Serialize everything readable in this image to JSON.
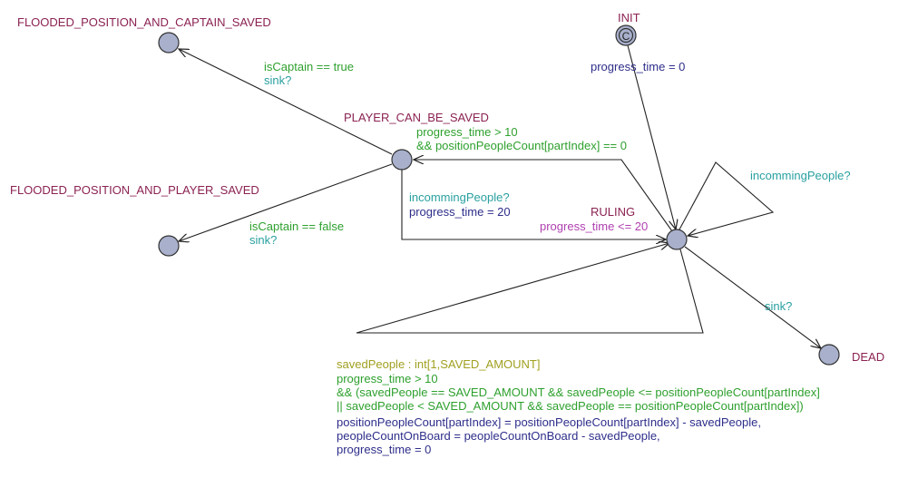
{
  "colors": {
    "location_name": "#8b2252",
    "invariant": "#b040b0",
    "guard": "#2ea02e",
    "sync": "#2aa0a0",
    "update": "#2e2e8b",
    "select": "#a0a020",
    "node_fill": "#a8b0cc",
    "node_stroke": "#333333",
    "edge": "#222222"
  },
  "locations": {
    "init": "INIT",
    "init_committed_mark": "C",
    "ruling": "RULING",
    "ruling_invariant": "progress_time <= 20",
    "player_can_be_saved": "PLAYER_CAN_BE_SAVED",
    "flooded_captain": "FLOODED_POSITION_AND_CAPTAIN_SAVED",
    "flooded_player": "FLOODED_POSITION_AND_PLAYER_SAVED",
    "dead": "DEAD"
  },
  "edges": {
    "init_to_ruling": {
      "update": "progress_time = 0"
    },
    "ruling_self": {
      "sync": "incommingPeople?"
    },
    "ruling_to_player": {
      "guard1": "progress_time > 10",
      "guard2": "&& positionPeopleCount[partIndex] == 0"
    },
    "player_to_ruling": {
      "sync": "incommingPeople?",
      "update": "progress_time = 20"
    },
    "player_to_captain": {
      "guard": "isCaptain == true",
      "sync": "sink?"
    },
    "player_to_player_saved": {
      "guard": "isCaptain == false",
      "sync": "sink?"
    },
    "ruling_to_dead": {
      "sync": "sink?"
    },
    "ruling_loop_save": {
      "select": "savedPeople : int[1,SAVED_AMOUNT]",
      "guard1": "progress_time > 10",
      "guard2": "&& (savedPeople == SAVED_AMOUNT && savedPeople <= positionPeopleCount[partIndex]",
      "guard3": "|| savedPeople < SAVED_AMOUNT && savedPeople == positionPeopleCount[partIndex])",
      "update1": "positionPeopleCount[partIndex] = positionPeopleCount[partIndex] - savedPeople,",
      "update2": "peopleCountOnBoard = peopleCountOnBoard - savedPeople,",
      "update3": "progress_time = 0"
    }
  }
}
